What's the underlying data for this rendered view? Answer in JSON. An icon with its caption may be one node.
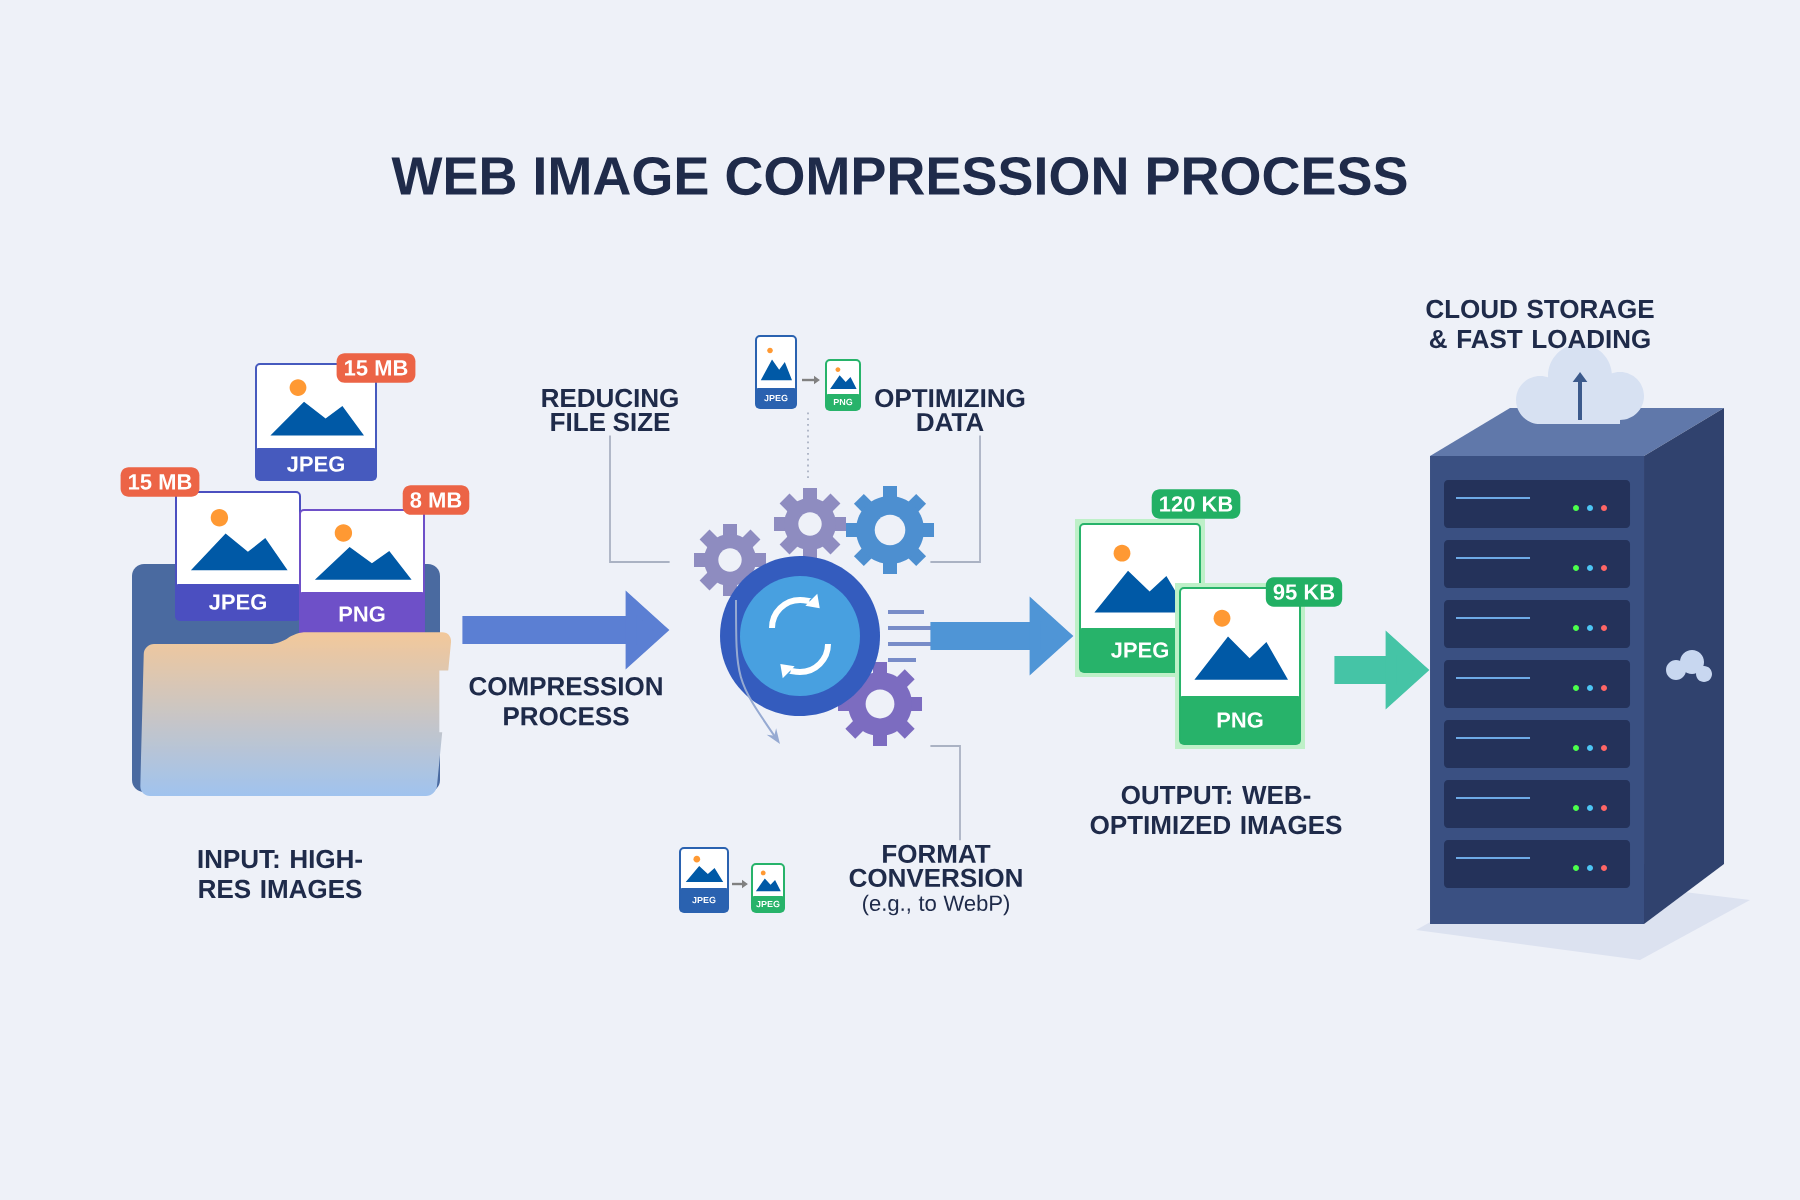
{
  "diagram": {
    "title": "WEB IMAGE COMPRESSION PROCESS",
    "nodes": [
      {
        "text": [],
        "shape": "picture",
        "beside": [
          "INPUT: HIGH-RES IMAGES"
        ]
      },
      {
        "text": [],
        "shape": "picture"
      },
      {
        "text": [],
        "shape": "picture",
        "beside": [
          "OUTPUT: WEB-OPTIMIZED IMAGES"
        ]
      },
      {
        "text": [],
        "shape": "picture",
        "beside": [
          "CLOUD STORAGE & FAST LOADING"
        ]
      },
      {
        "text": [
          "REDUCING FILE SIZE"
        ]
      },
      {
        "text": [
          "OPTIMIZING DATA"
        ]
      },
      {
        "text": [
          "FORMAT CONVERSION",
          "(e.g., to WebP)"
        ]
      },
      {
        "text": [],
        "shape": "picture"
      }
    ],
    "edges": [
      {
        "from": 0,
        "to": 1,
        "arrow": "to",
        "style": "thick",
        "color": "#5b7fd3",
        "label": "COMPRESSION PROCESS"
      },
      {
        "from": 1,
        "to": 2,
        "arrow": "to",
        "style": "thick",
        "color": "#4f95d6"
      },
      {
        "from": 2,
        "to": 3,
        "arrow": "to",
        "style": "thick",
        "color": "#45c4a6"
      },
      {
        "from": 4,
        "to": 1,
        "arrow": "none"
      },
      {
        "from": 5,
        "to": 1,
        "arrow": "none"
      },
      {
        "from": 6,
        "to": 1,
        "arrow": "none"
      },
      {
        "from": 7,
        "to": 1,
        "arrow": "none",
        "style": "dashed"
      }
    ],
    "labels": [
      "15 MB",
      "JPEG",
      "PNG",
      "15 MB",
      "8 MB",
      "JPEG",
      "JPEG",
      "PNG",
      "120 KB",
      "95 KB",
      "JPEG",
      "PNG",
      "JPEG",
      "JPEG"
    ]
  }
}
